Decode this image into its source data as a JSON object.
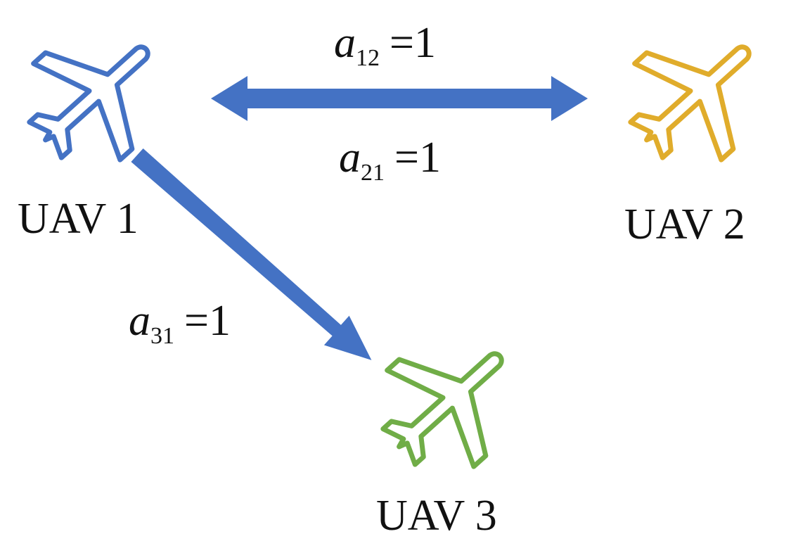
{
  "nodes": [
    {
      "id": "uav1",
      "label": "UAV 1",
      "color": "#4472C4"
    },
    {
      "id": "uav2",
      "label": "UAV 2",
      "color": "#E0AC2B"
    },
    {
      "id": "uav3",
      "label": "UAV 3",
      "color": "#70AD47"
    }
  ],
  "edges": [
    {
      "id": "e12",
      "symbol": "a",
      "subscript": "12",
      "value": "=1",
      "from": "uav1",
      "to": "uav2"
    },
    {
      "id": "e21",
      "symbol": "a",
      "subscript": "21",
      "value": "=1",
      "from": "uav2",
      "to": "uav1"
    },
    {
      "id": "e31",
      "symbol": "a",
      "subscript": "31",
      "value": "=1",
      "from": "uav1",
      "to": "uav3"
    }
  ],
  "arrow_color": "#4472C4",
  "icons": {
    "plane": "airplane-icon"
  }
}
